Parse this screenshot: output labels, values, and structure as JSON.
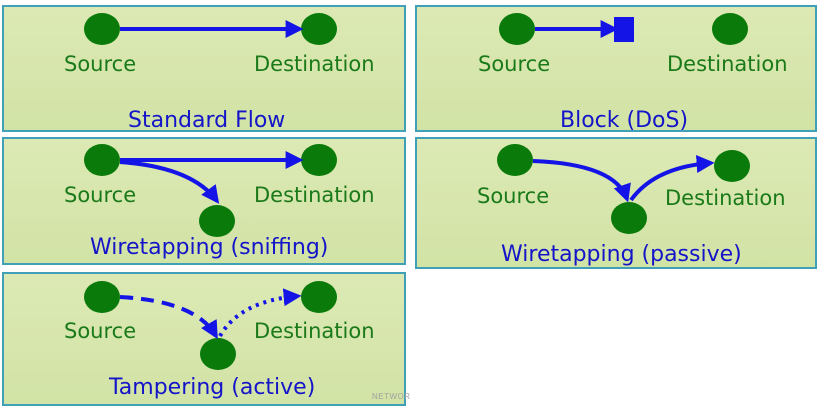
{
  "colors": {
    "node": "#0a7a0a",
    "arrow": "#1414e6",
    "panel_border": "#3fa0b8",
    "node_label": "#1a7a1a",
    "title": "#1414c8"
  },
  "panels": [
    {
      "title": "Standard Flow",
      "source": "Source",
      "destination": "Destination"
    },
    {
      "title": "Block (DoS)",
      "source": "Source",
      "destination": "Destination"
    },
    {
      "title": "Wiretapping (sniffing)",
      "source": "Source",
      "destination": "Destination"
    },
    {
      "title": "Wiretapping (passive)",
      "source": "Source",
      "destination": "Destination"
    },
    {
      "title": "Tampering (active)",
      "source": "Source",
      "destination": "Destination"
    }
  ],
  "watermark": "NETWOR"
}
